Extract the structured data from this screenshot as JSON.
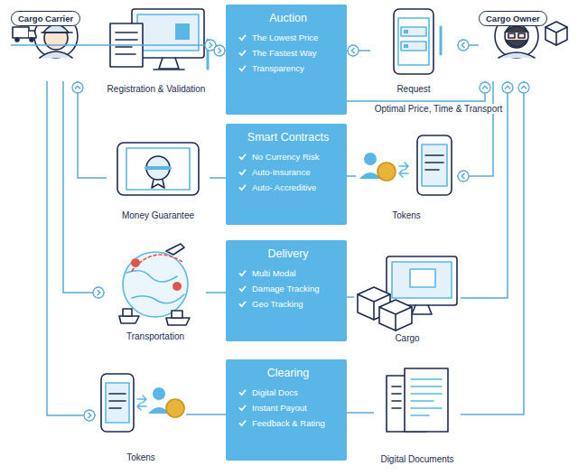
{
  "diagram": {
    "nodes": [
      {
        "text": [
          "Cargo Carrier"
        ]
      },
      {
        "text": [
          "Registration & Validation"
        ]
      },
      {
        "text": [
          "Auction",
          "The Lowest Price",
          "The Fastest Way",
          "Transparency"
        ]
      },
      {
        "text": [
          "Request"
        ]
      },
      {
        "text": [
          "Cargo Owner"
        ]
      },
      {
        "text": [
          "Money Guarantee"
        ]
      },
      {
        "text": [
          "Smart Contracts",
          "No Currency Risk",
          "Auto-Insurance",
          "Auto- Accreditive"
        ]
      },
      {
        "text": [
          "Tokens"
        ]
      },
      {
        "text": [
          "Transportation"
        ]
      },
      {
        "text": [
          "Delivery",
          "Multi Modal",
          "Damage Tracking",
          "Geo Tracking"
        ]
      },
      {
        "text": [
          "Cargo"
        ]
      },
      {
        "text": [
          "Tokens"
        ]
      },
      {
        "text": [
          "Clearing",
          "Digital Docs",
          "Instant Payout",
          "Feedback & Rating"
        ]
      },
      {
        "text": [
          "Digital Documents"
        ]
      }
    ],
    "edges": [
      {
        "from": 0,
        "to": 1,
        "arrow": "to"
      },
      {
        "from": 1,
        "to": 2,
        "arrow": "to"
      },
      {
        "from": 3,
        "to": 2,
        "arrow": "to"
      },
      {
        "from": 2,
        "to": 4,
        "label": "Optimal Price, Time & Transport",
        "arrow": "to"
      },
      {
        "from": 4,
        "to": 3,
        "arrow": "to"
      },
      {
        "from": 5,
        "to": 0,
        "arrow": "to"
      },
      {
        "from": 6,
        "to": 5,
        "arrow": "none"
      },
      {
        "from": 7,
        "to": 6,
        "arrow": "none"
      },
      {
        "from": 4,
        "to": 7,
        "arrow": "to"
      },
      {
        "from": 0,
        "to": 8,
        "arrow": "to"
      },
      {
        "from": 8,
        "to": 9,
        "arrow": "none"
      },
      {
        "from": 9,
        "to": 10,
        "arrow": "none"
      },
      {
        "from": 10,
        "to": 4,
        "arrow": "to"
      },
      {
        "from": 0,
        "to": 11,
        "arrow": "to"
      },
      {
        "from": 11,
        "to": 12,
        "arrow": "none"
      },
      {
        "from": 12,
        "to": 13,
        "arrow": "none"
      },
      {
        "from": 13,
        "to": 4,
        "arrow": "to"
      }
    ]
  }
}
